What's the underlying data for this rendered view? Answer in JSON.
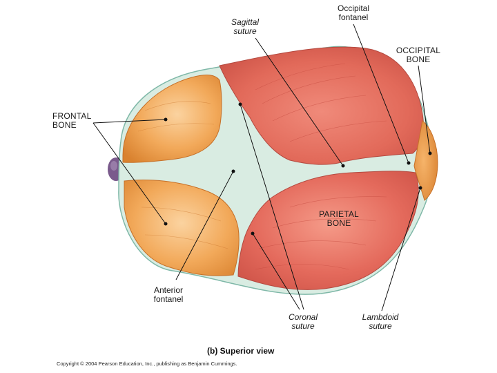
{
  "labels": {
    "sagittal_suture": "Sagittal suture",
    "occipital_fontanel": "Occipital fontanel",
    "occipital_bone": "OCCIPITAL BONE",
    "frontal_bone": "FRONTAL BONE",
    "parietal_bone": "PARIETAL BONE",
    "anterior_fontanel": "Anterior fontanel",
    "coronal_suture": "Coronal suture",
    "lambdoid_suture": "Lambdoid suture"
  },
  "caption": "(b) Superior view",
  "copyright": "Copyright © 2004 Pearson Education, Inc., publishing as Benjamin Cummings.",
  "colors": {
    "parietal": "#e46a5c",
    "frontal": "#f0a04a",
    "fontanel": "#d9ece2",
    "suture_edge": "#7fb8a8",
    "nose": "#7a5a8c"
  }
}
